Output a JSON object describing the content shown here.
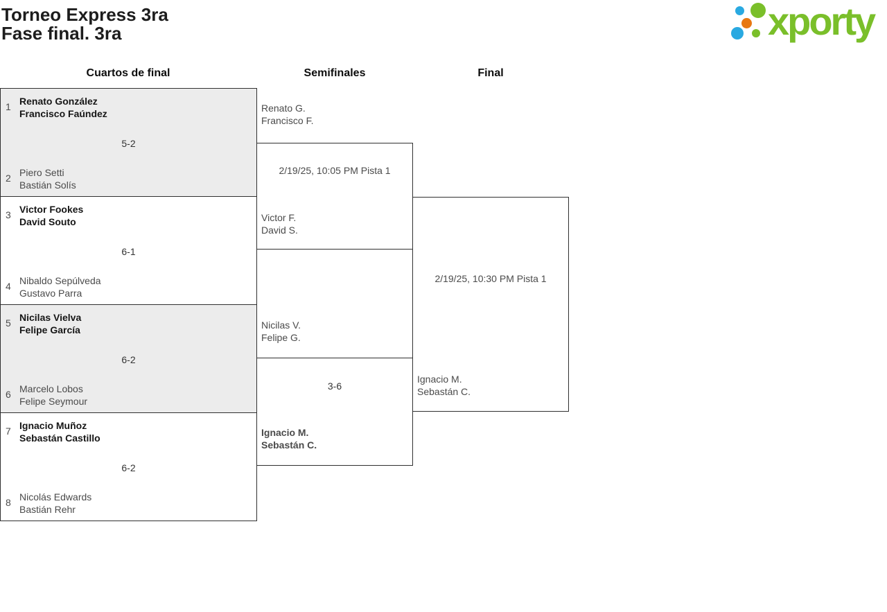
{
  "header": {
    "title": "Torneo Express 3ra",
    "subtitle": "Fase final. 3ra"
  },
  "logo": {
    "text": "xporty",
    "colors": {
      "green": "#7abf2a",
      "blue": "#29a9e1",
      "orange": "#e87811"
    }
  },
  "columns": {
    "quarterfinals": "Cuartos de final",
    "semifinals": "Semifinales",
    "final": "Final"
  },
  "quarterfinals": [
    {
      "seed_top": "1",
      "team_top": [
        "Renato González",
        "Francisco Faúndez"
      ],
      "team_top_winner": true,
      "score": "5-2",
      "seed_bottom": "2",
      "team_bottom": [
        "Piero Setti",
        "Bastián Solís"
      ],
      "team_bottom_winner": false
    },
    {
      "seed_top": "3",
      "team_top": [
        "Victor Fookes",
        "David Souto"
      ],
      "team_top_winner": true,
      "score": "6-1",
      "seed_bottom": "4",
      "team_bottom": [
        "Nibaldo Sepúlveda",
        "Gustavo Parra"
      ],
      "team_bottom_winner": false
    },
    {
      "seed_top": "5",
      "team_top": [
        "Nicilas Vielva",
        "Felipe García"
      ],
      "team_top_winner": true,
      "score": "6-2",
      "seed_bottom": "6",
      "team_bottom": [
        "Marcelo Lobos",
        "Felipe Seymour"
      ],
      "team_bottom_winner": false
    },
    {
      "seed_top": "7",
      "team_top": [
        "Ignacio Muñoz",
        "Sebastán Castillo"
      ],
      "team_top_winner": true,
      "score": "6-2",
      "seed_bottom": "8",
      "team_bottom": [
        "Nicolás Edwards",
        "Bastián Rehr"
      ],
      "team_bottom_winner": false
    }
  ],
  "semifinals": [
    {
      "team_top": [
        "Renato G.",
        "Francisco F."
      ],
      "team_top_winner": false,
      "center_text": "2/19/25, 10:05 PM Pista 1",
      "team_bottom": [
        "Victor F.",
        "David S."
      ],
      "team_bottom_winner": false
    },
    {
      "team_top": [
        "Nicilas V.",
        "Felipe G."
      ],
      "team_top_winner": false,
      "center_text": "3-6",
      "team_bottom": [
        "Ignacio M.",
        "Sebastán C."
      ],
      "team_bottom_winner": true
    }
  ],
  "final": {
    "center_text": "2/19/25, 10:30 PM Pista 1",
    "team_bottom": [
      "Ignacio M.",
      "Sebastán C."
    ]
  }
}
